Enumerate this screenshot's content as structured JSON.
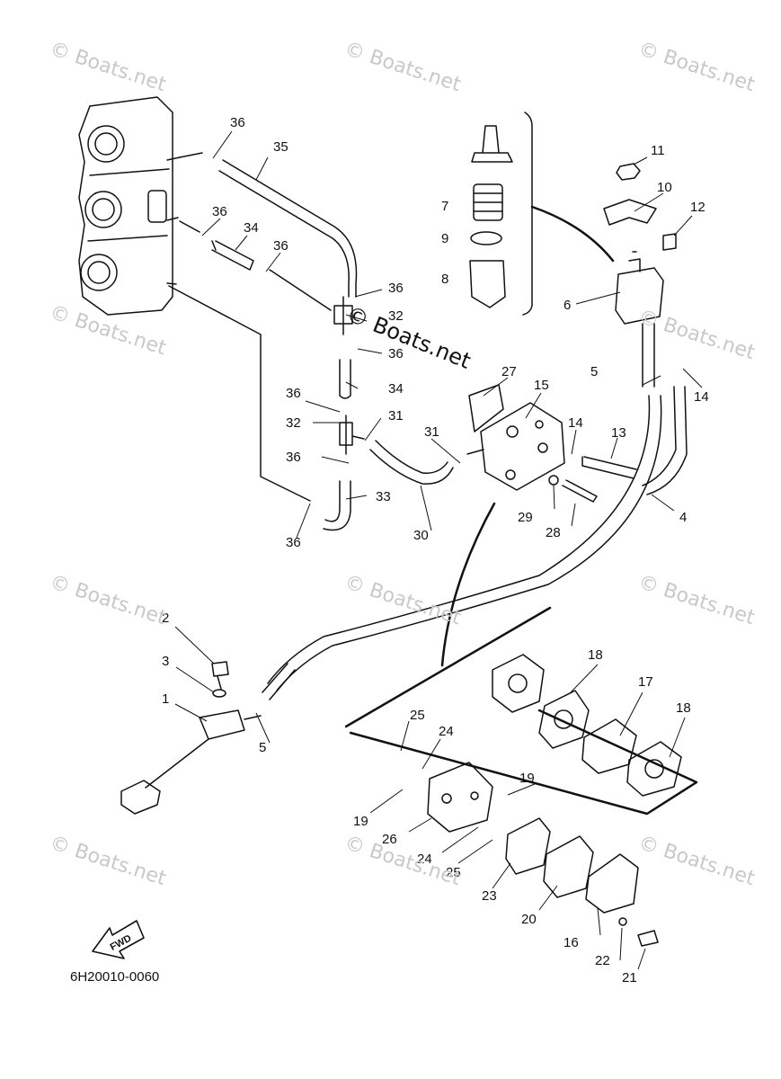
{
  "watermark": {
    "text": "© Boats.net",
    "center_text": "© Boats.net"
  },
  "diagram_code": "6H20010-0060",
  "fwd_label": "FWD",
  "callouts": [
    "1",
    "2",
    "3",
    "4",
    "5",
    "5",
    "6",
    "7",
    "8",
    "9",
    "10",
    "11",
    "12",
    "13",
    "14",
    "14",
    "15",
    "16",
    "17",
    "18",
    "18",
    "19",
    "19",
    "20",
    "21",
    "22",
    "23",
    "24",
    "24",
    "25",
    "25",
    "26",
    "27",
    "28",
    "29",
    "30",
    "31",
    "31",
    "32",
    "32",
    "33",
    "34",
    "34",
    "35",
    "36",
    "36",
    "36",
    "36",
    "36",
    "36",
    "36",
    "36"
  ]
}
